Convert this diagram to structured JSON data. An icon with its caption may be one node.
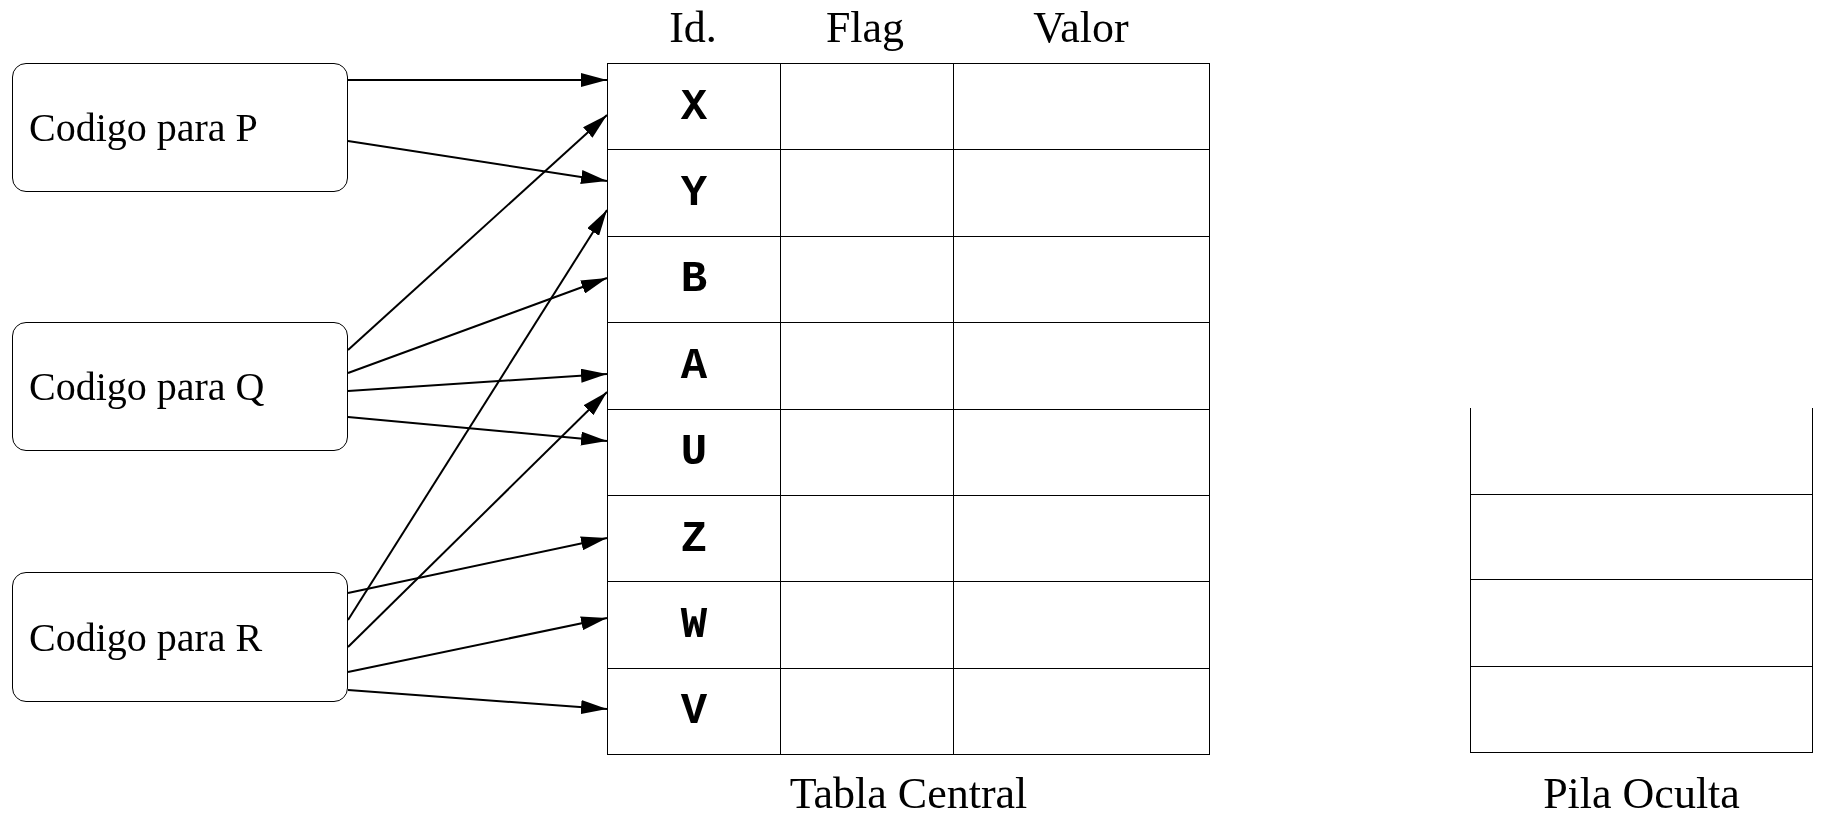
{
  "diagram": {
    "nodes": [
      {
        "text": [
          "Codigo para P"
        ]
      },
      {
        "text": [
          "Codigo para Q"
        ]
      },
      {
        "text": [
          "Codigo para R"
        ]
      },
      {
        "text": [
          "Tabla Central"
        ]
      },
      {
        "text": [
          "X"
        ],
        "in": 3
      },
      {
        "text": [
          "Y"
        ],
        "in": 3
      },
      {
        "text": [
          "B"
        ],
        "in": 3
      },
      {
        "text": [
          "A"
        ],
        "in": 3
      },
      {
        "text": [
          "U"
        ],
        "in": 3
      },
      {
        "text": [
          "Z"
        ],
        "in": 3
      },
      {
        "text": [
          "W"
        ],
        "in": 3
      },
      {
        "text": [
          "V"
        ],
        "in": 3
      },
      {
        "text": [
          "Pila Oculta"
        ]
      },
      {
        "text": [],
        "shape": "box",
        "in": 12
      },
      {
        "text": [],
        "shape": "box",
        "in": 12
      },
      {
        "text": [],
        "shape": "box",
        "in": 12
      }
    ],
    "edges": [
      {
        "from": 0,
        "to": 4,
        "arrow": "to"
      },
      {
        "from": 0,
        "to": 5,
        "arrow": "to"
      },
      {
        "from": 1,
        "to": 4,
        "arrow": "to"
      },
      {
        "from": 1,
        "to": 6,
        "arrow": "to"
      },
      {
        "from": 1,
        "to": 7,
        "arrow": "to"
      },
      {
        "from": 1,
        "to": 8,
        "arrow": "to"
      },
      {
        "from": 2,
        "to": 5,
        "arrow": "to"
      },
      {
        "from": 2,
        "to": 7,
        "arrow": "to"
      },
      {
        "from": 2,
        "to": 9,
        "arrow": "to"
      },
      {
        "from": 2,
        "to": 10,
        "arrow": "to"
      },
      {
        "from": 2,
        "to": 11,
        "arrow": "to"
      }
    ],
    "labels": [
      "Id.",
      "Flag",
      "Valor"
    ]
  }
}
